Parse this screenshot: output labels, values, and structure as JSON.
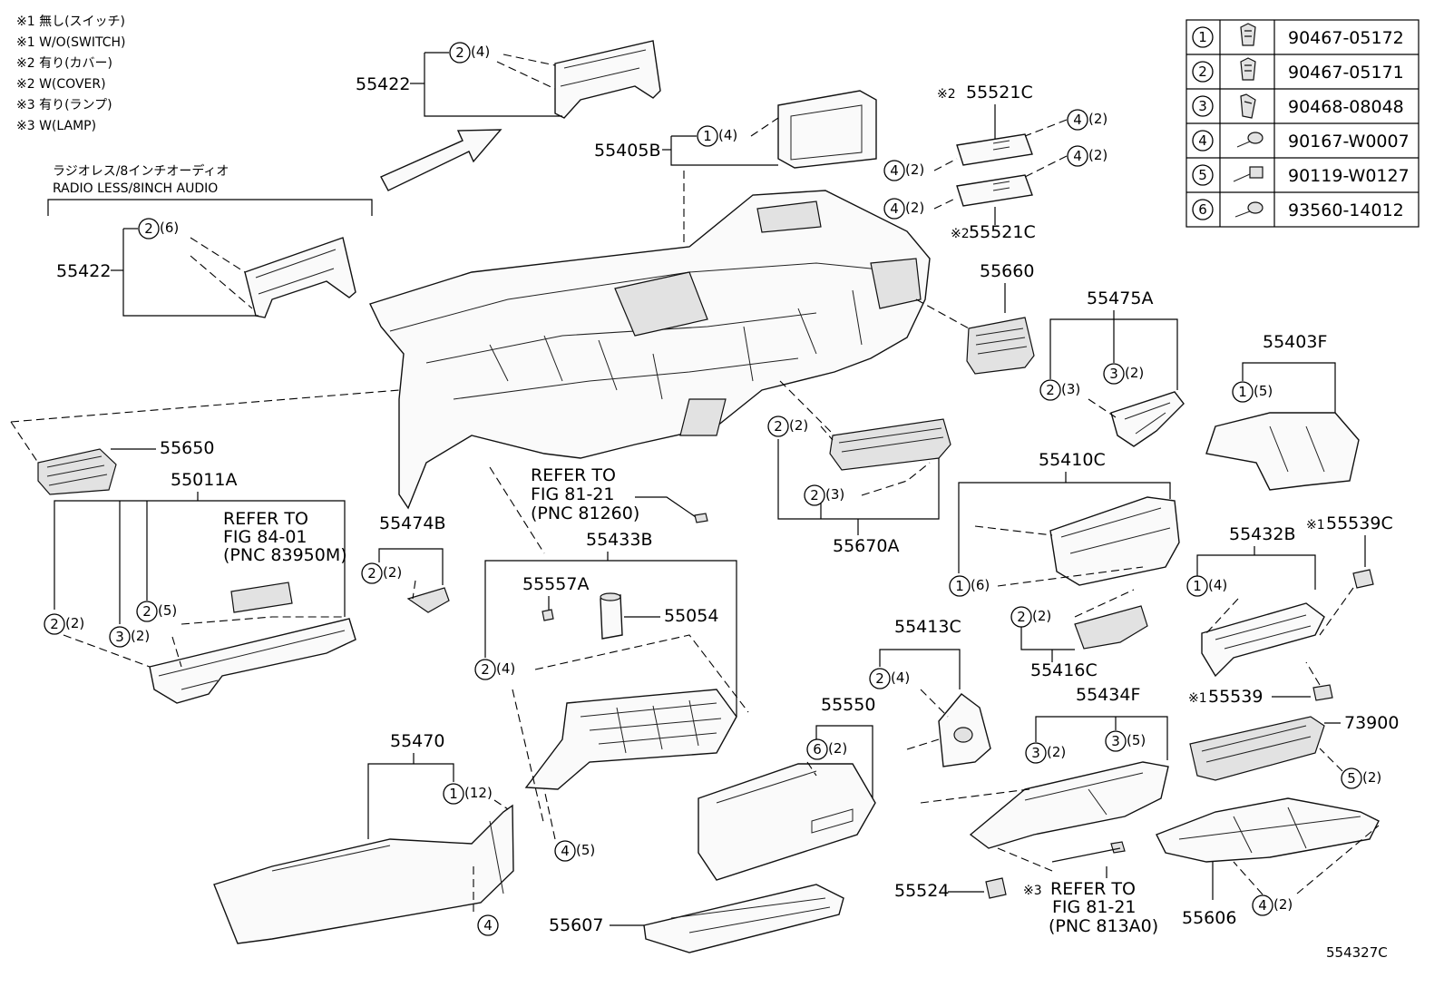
{
  "figure_code": "554327C",
  "notes": [
    "※1 無し(スイッチ)",
    "※1 W/O(SWITCH)",
    "※2 有り(カバー)",
    "※2 W(COVER)",
    "※3 有り(ランプ)",
    "※3 W(LAMP)"
  ],
  "radio_note": [
    "ラジオレス/8インチオーディオ",
    "RADIO LESS/8INCH AUDIO"
  ],
  "fastener_table": [
    {
      "num": "1",
      "part": "90467-05172",
      "icon": "clip-icon"
    },
    {
      "num": "2",
      "part": "90467-05171",
      "icon": "clip-icon"
    },
    {
      "num": "3",
      "part": "90468-08048",
      "icon": "clip-icon"
    },
    {
      "num": "4",
      "part": "90167-W0007",
      "icon": "screw-icon"
    },
    {
      "num": "5",
      "part": "90119-W0127",
      "icon": "bolt-icon"
    },
    {
      "num": "6",
      "part": "93560-14012",
      "icon": "screw-icon"
    }
  ],
  "part_labels": {
    "p55422_top": "55422",
    "p55422_left": "55422",
    "p55405B": "55405B",
    "p55521C_top": "55521C",
    "p55521C_bot": "55521C",
    "p55660": "55660",
    "p55475A": "55475A",
    "p55403F": "55403F",
    "p55650": "55650",
    "p55011A": "55011A",
    "p55474B": "55474B",
    "p55433B": "55433B",
    "p55557A": "55557A",
    "p55054": "55054",
    "p55670A": "55670A",
    "p55410C": "55410C",
    "p55432B": "55432B",
    "p55539C": "55539C",
    "p55539": "55539",
    "p55413C": "55413C",
    "p55416C": "55416C",
    "p55550": "55550",
    "p55434F": "55434F",
    "p73900": "73900",
    "p55470": "55470",
    "p55607": "55607",
    "p55524": "55524",
    "p55606": "55606"
  },
  "prefixes": {
    "x1": "※1",
    "x2": "※2",
    "x3": "※3"
  },
  "refers": {
    "r1": [
      "REFER TO",
      "FIG 81-21",
      "(PNC 81260)"
    ],
    "r2": [
      "REFER TO",
      "FIG 84-01",
      "(PNC 83950M)"
    ],
    "r3": [
      "REFER TO",
      "FIG 81-21",
      "(PNC 813A0)"
    ]
  },
  "callouts": [
    {
      "n": "2",
      "q": "(4)"
    },
    {
      "n": "1",
      "q": "(4)"
    },
    {
      "n": "2",
      "q": "(6)"
    },
    {
      "n": "4",
      "q": "(2)"
    },
    {
      "n": "4",
      "q": "(2)"
    },
    {
      "n": "4",
      "q": "(2)"
    },
    {
      "n": "4",
      "q": "(2)"
    },
    {
      "n": "2",
      "q": "(3)"
    },
    {
      "n": "3",
      "q": "(2)"
    },
    {
      "n": "1",
      "q": "(5)"
    },
    {
      "n": "2",
      "q": "(2)"
    },
    {
      "n": "2",
      "q": "(3)"
    },
    {
      "n": "2",
      "q": "(5)"
    },
    {
      "n": "2",
      "q": "(2)"
    },
    {
      "n": "3",
      "q": "(2)"
    },
    {
      "n": "2",
      "q": "(2)"
    },
    {
      "n": "2",
      "q": "(4)"
    },
    {
      "n": "1",
      "q": "(6)"
    },
    {
      "n": "2",
      "q": "(2)"
    },
    {
      "n": "1",
      "q": "(4)"
    },
    {
      "n": "2",
      "q": "(4)"
    },
    {
      "n": "6",
      "q": "(2)"
    },
    {
      "n": "3",
      "q": "(2)"
    },
    {
      "n": "3",
      "q": "(5)"
    },
    {
      "n": "1",
      "q": "(12)"
    },
    {
      "n": "4",
      "q": "(5)"
    },
    {
      "n": "5",
      "q": "(2)"
    },
    {
      "n": "4",
      "q": "(2)"
    },
    {
      "n": "4",
      "q": ""
    }
  ]
}
